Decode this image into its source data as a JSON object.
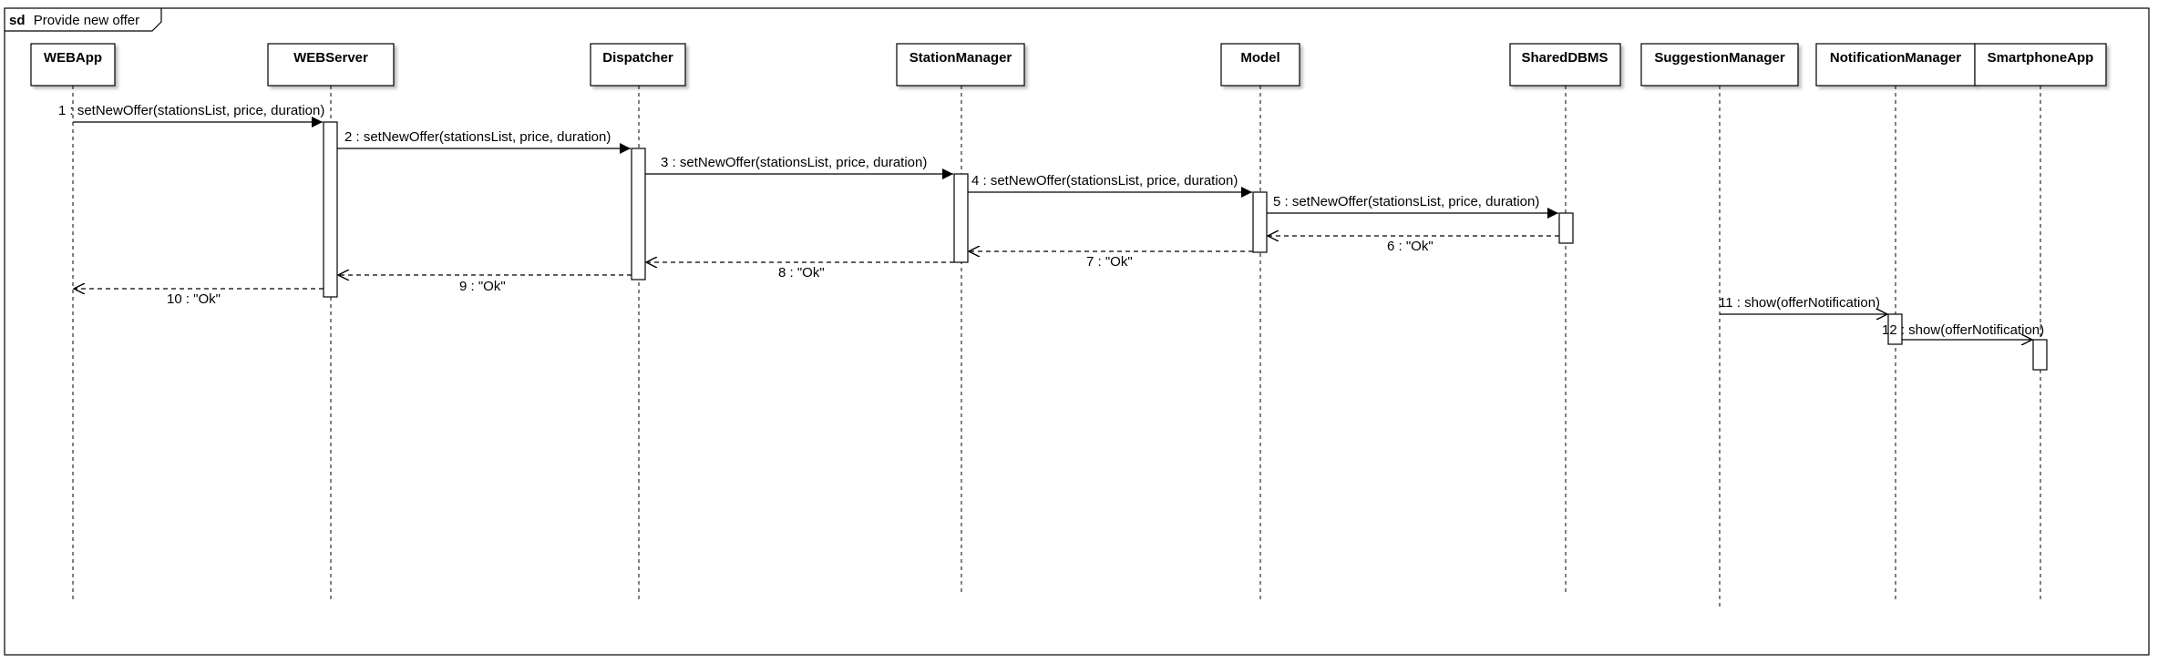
{
  "frame": {
    "keyword": "sd",
    "title": "Provide new offer"
  },
  "lifelines": [
    {
      "id": "webapp",
      "name": "WEBApp"
    },
    {
      "id": "webserver",
      "name": "WEBServer"
    },
    {
      "id": "dispatcher",
      "name": "Dispatcher"
    },
    {
      "id": "stationmanager",
      "name": "StationManager"
    },
    {
      "id": "model",
      "name": "Model"
    },
    {
      "id": "shareddbms",
      "name": "SharedDBMS"
    },
    {
      "id": "suggestionmanager",
      "name": "SuggestionManager"
    },
    {
      "id": "notificationmanager",
      "name": "NotificationManager"
    },
    {
      "id": "smartphoneapp",
      "name": "SmartphoneApp"
    }
  ],
  "messages": [
    {
      "from": "webapp",
      "to": "webserver",
      "kind": "sync",
      "label": "1 : setNewOffer(stationsList, price, duration)"
    },
    {
      "from": "webserver",
      "to": "dispatcher",
      "kind": "sync",
      "label": "2 : setNewOffer(stationsList, price, duration)"
    },
    {
      "from": "dispatcher",
      "to": "stationmanager",
      "kind": "sync",
      "label": "3 : setNewOffer(stationsList, price, duration)"
    },
    {
      "from": "stationmanager",
      "to": "model",
      "kind": "sync",
      "label": "4 : setNewOffer(stationsList, price, duration)"
    },
    {
      "from": "model",
      "to": "shareddbms",
      "kind": "sync",
      "label": "5 : setNewOffer(stationsList, price, duration)"
    },
    {
      "from": "shareddbms",
      "to": "model",
      "kind": "reply",
      "label": "6 : \"Ok\""
    },
    {
      "from": "model",
      "to": "stationmanager",
      "kind": "reply",
      "label": "7 : \"Ok\""
    },
    {
      "from": "stationmanager",
      "to": "dispatcher",
      "kind": "reply",
      "label": "8 : \"Ok\""
    },
    {
      "from": "dispatcher",
      "to": "webserver",
      "kind": "reply",
      "label": "9 : \"Ok\""
    },
    {
      "from": "webserver",
      "to": "webapp",
      "kind": "reply",
      "label": "10 : \"Ok\""
    },
    {
      "from": "suggestionmanager",
      "to": "notificationmanager",
      "kind": "async",
      "label": "11 : show(offerNotification)"
    },
    {
      "from": "notificationmanager",
      "to": "smartphoneapp",
      "kind": "async",
      "label": "12 : show(offerNotification)"
    }
  ]
}
